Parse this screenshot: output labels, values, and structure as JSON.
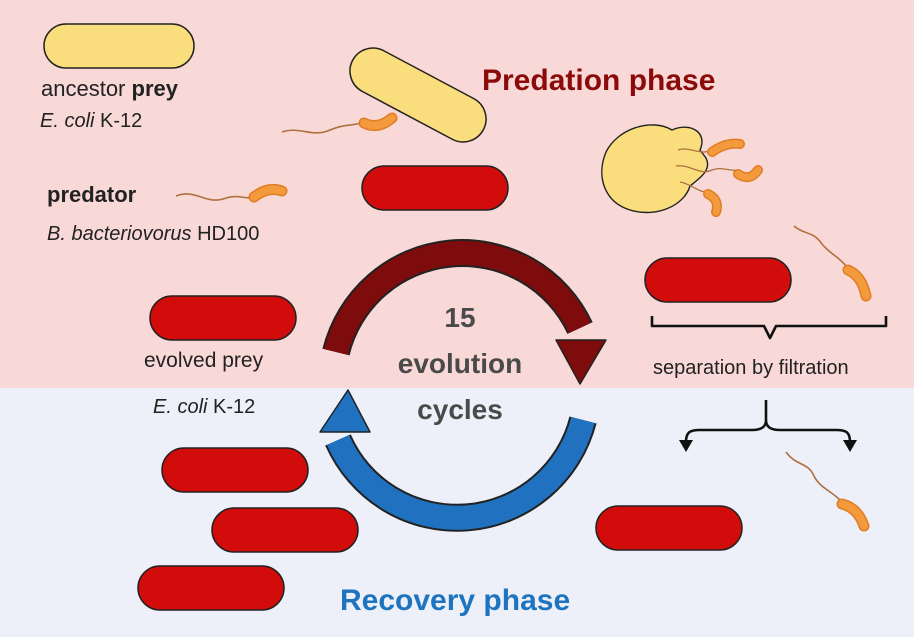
{
  "labels": {
    "ancestor_prefix": "ancestor ",
    "ancestor_bold": "prey",
    "ancestor_species_italic": "E. coli",
    "ancestor_species_rest": " K-12",
    "predator": "predator",
    "predator_species_italic": "B. bacteriovorus",
    "predator_species_rest": " HD100",
    "evolved_prey": "evolved prey",
    "evolved_species_italic": "E. coli",
    "evolved_species_rest": " K-12",
    "separation": "separation by filtration"
  },
  "phases": {
    "predation": "Predation phase",
    "recovery": "Recovery phase"
  },
  "cycle": {
    "count": "15",
    "line2": "evolution",
    "line3": "cycles"
  },
  "colors": {
    "predation_bg": "#f8d9d7",
    "recovery_bg": "#edf0f8",
    "predation_text": "#8b0a0a",
    "recovery_text": "#1f74bf",
    "prey_red": "#d20b0b",
    "ancestor_yellow": "#fadd7c",
    "predator_orange": "#f08b2b",
    "arrow_dark_red": "#7e0c0c",
    "arrow_blue": "#2072c0"
  }
}
